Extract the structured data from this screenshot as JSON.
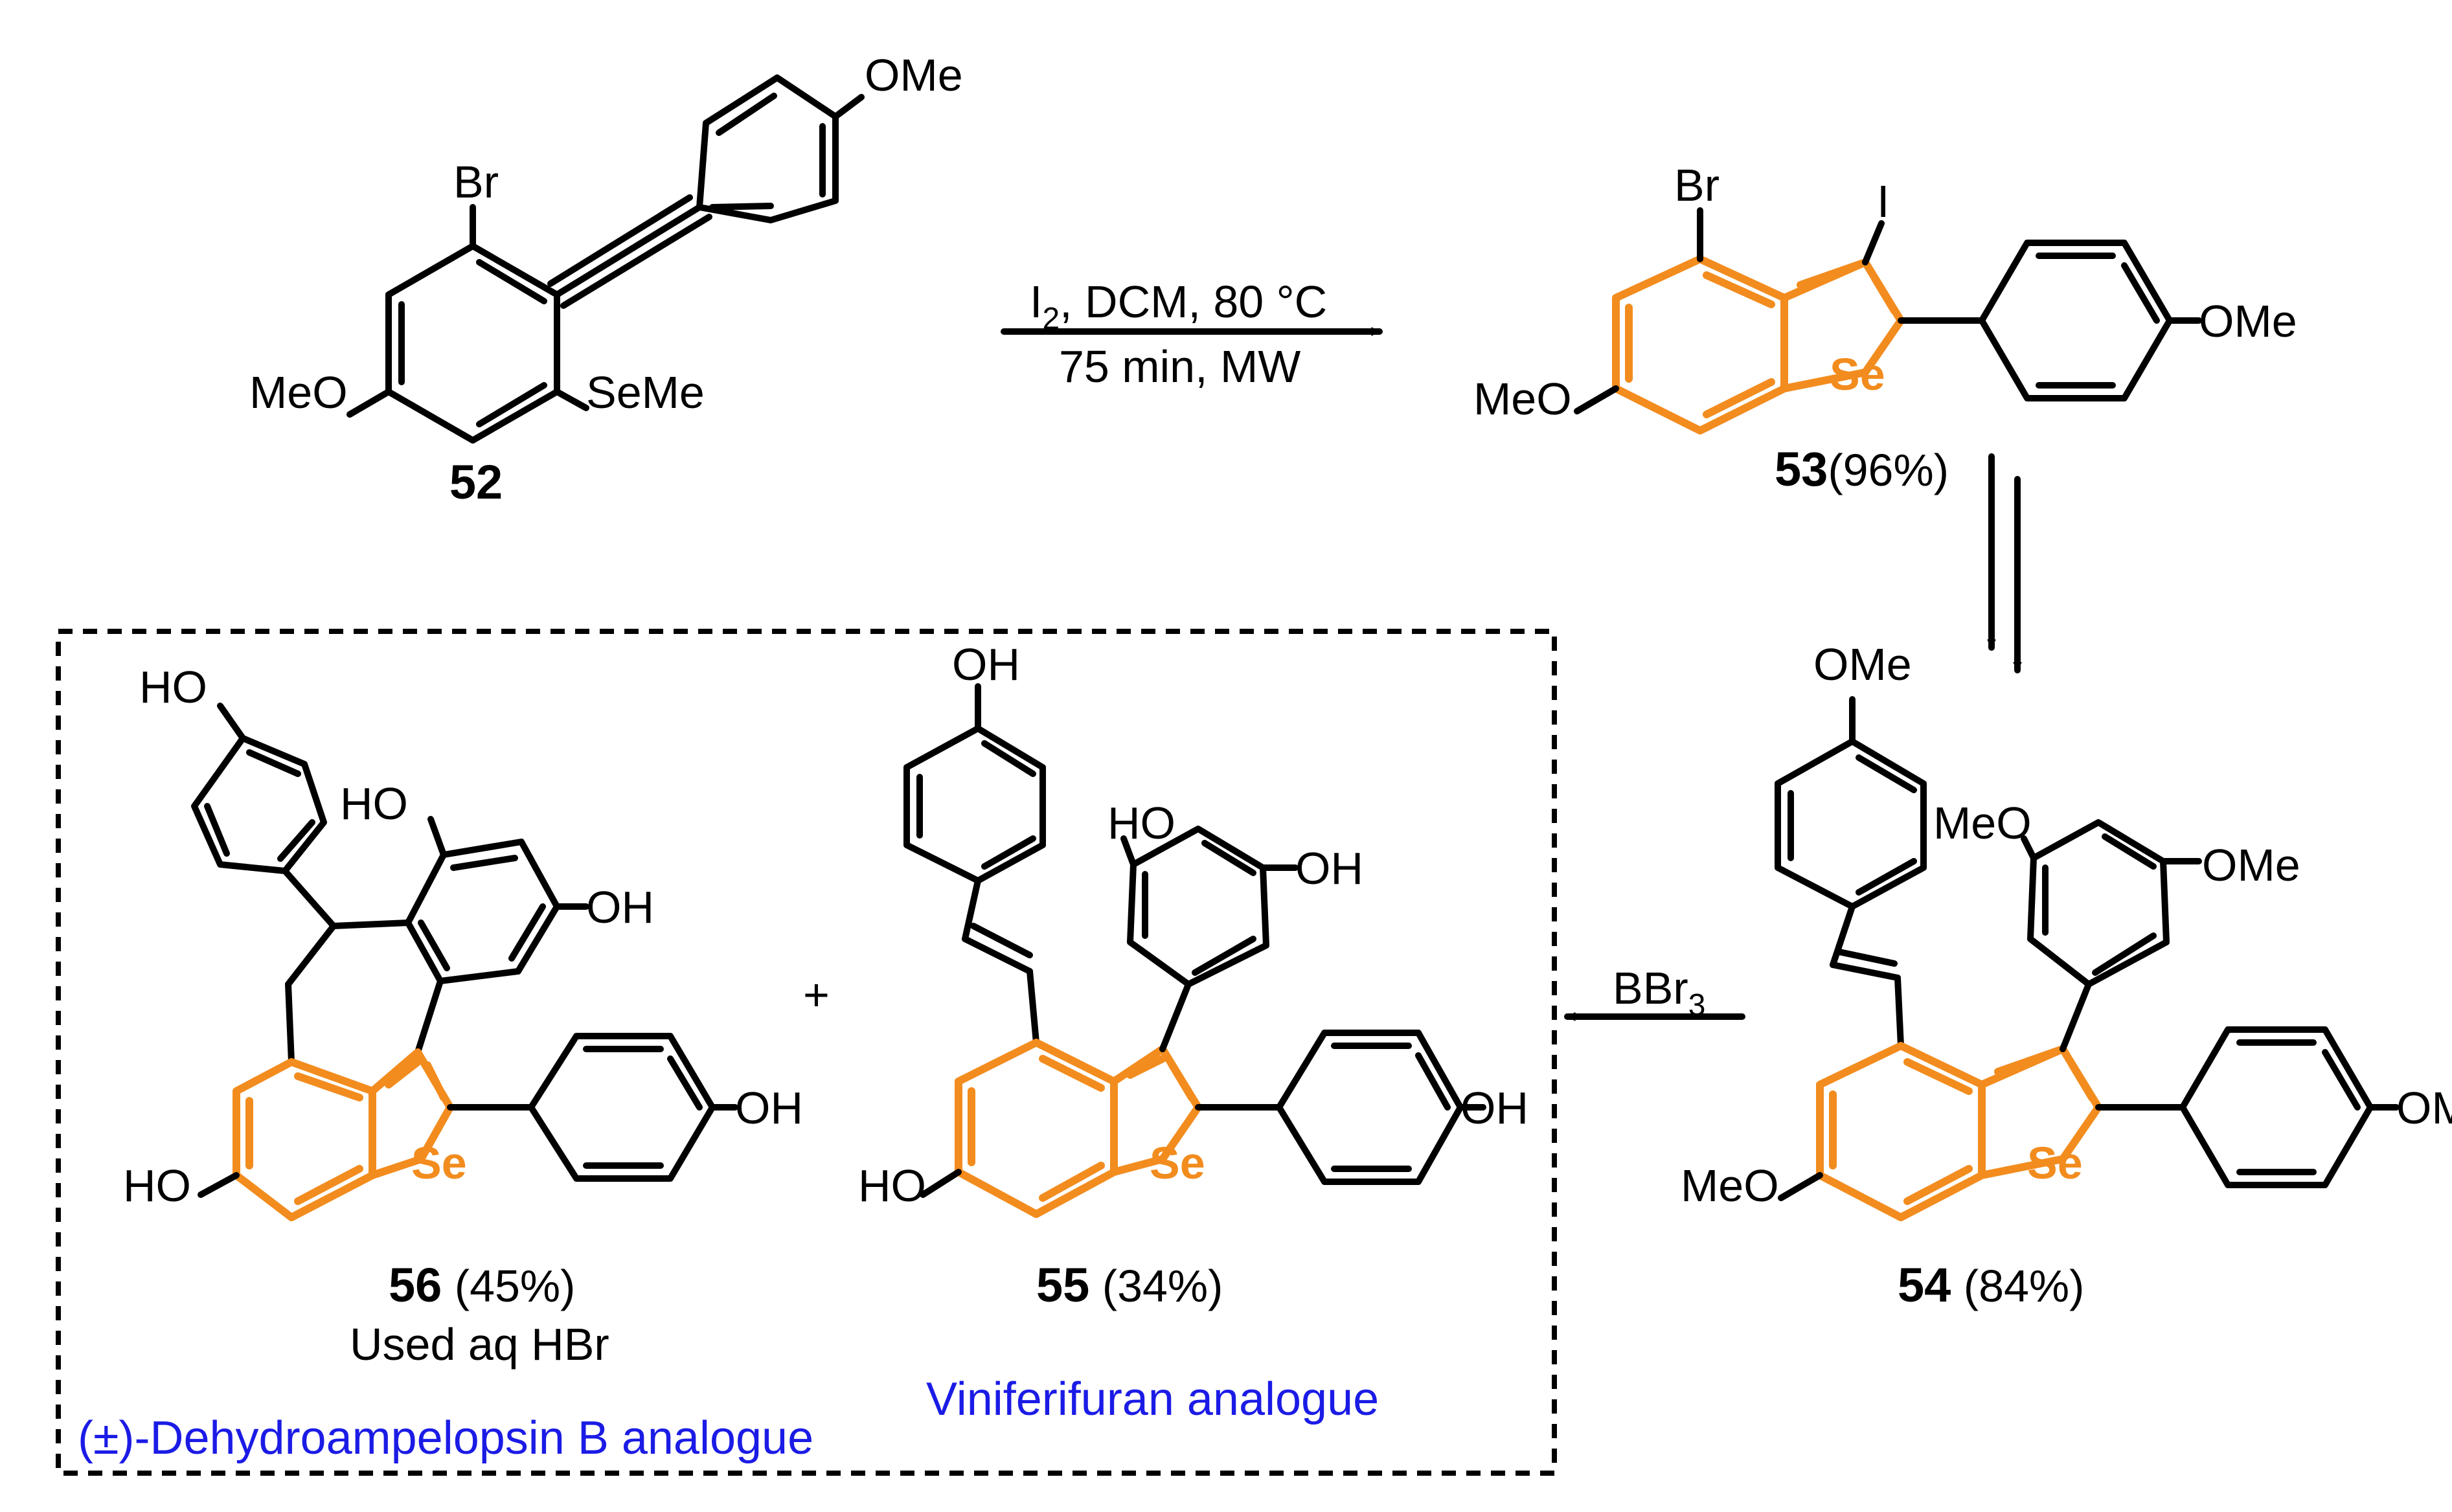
{
  "colors": {
    "heterocycle": "#F28C1E",
    "caption": "#1B1BE6",
    "ink": "#000000"
  },
  "compound_52": {
    "label": "52",
    "sub_br": "Br",
    "sub_ome_top": "OMe",
    "sub_meo": "MeO",
    "sub_seme": "SeMe"
  },
  "compound_53": {
    "label": "53",
    "yield": "(96%)",
    "sub_br": "Br",
    "sub_i": "I",
    "sub_se": "Se",
    "sub_meo": "MeO",
    "sub_ome": "OMe"
  },
  "compound_54": {
    "label": "54",
    "yield": " (84%)",
    "sub_ome_top": "OMe",
    "sub_meo_mid": "MeO",
    "sub_ome_mid": "OMe",
    "sub_ome_right": "OMe",
    "sub_meo_bottom": "MeO",
    "sub_se": "Se"
  },
  "compound_55": {
    "label": "55",
    "yield": " (34%)",
    "sub_oh_top": "OH",
    "sub_ho_mid": "HO",
    "sub_oh_mid": "OH",
    "sub_oh_right": "OH",
    "sub_ho_bottom": "HO",
    "sub_se": "Se",
    "caption": "Viniferifuran analogue"
  },
  "compound_56": {
    "label": "56",
    "yield": " (45%)",
    "note": "Used aq HBr",
    "sub_ho_top": "HO",
    "sub_ho_mid": "HO",
    "sub_oh_mid": "OH",
    "sub_oh_right": "OH",
    "sub_ho_bottom": "HO",
    "sub_se": "Se",
    "caption": "(±)-Dehydroampelopsin B analogue"
  },
  "plus_sign": "+",
  "step1": {
    "reagent_line1_a": "I",
    "reagent_line1_sub": "2",
    "reagent_line1_b": ", DCM, 80 °C",
    "reagent_line2": "75 min, MW"
  },
  "step3": {
    "reagent_a": "BBr",
    "reagent_sub": "3"
  }
}
